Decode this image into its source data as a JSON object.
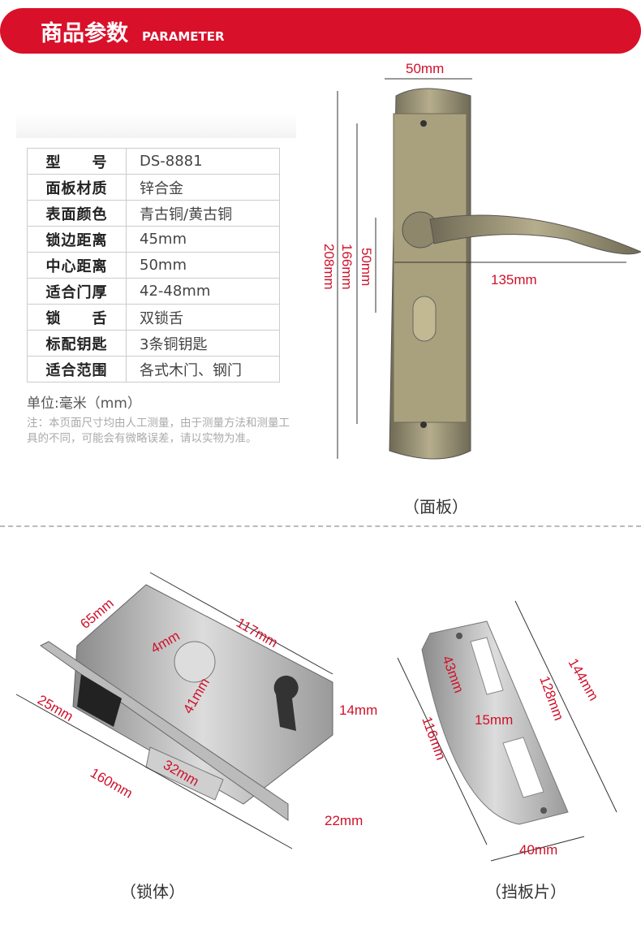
{
  "header": {
    "title": "商品参数",
    "subtitle": "PARAMETER"
  },
  "specs": [
    {
      "key": "型　　号",
      "value": "DS-8881"
    },
    {
      "key": "面板材质",
      "value": "锌合金"
    },
    {
      "key": "表面颜色",
      "value": "青古铜/黄古铜"
    },
    {
      "key": "锁边距离",
      "value": "45mm"
    },
    {
      "key": "中心距离",
      "value": "50mm"
    },
    {
      "key": "适合门厚",
      "value": "42-48mm"
    },
    {
      "key": "锁　　舌",
      "value": "双锁舌"
    },
    {
      "key": "标配钥匙",
      "value": "3条铜钥匙"
    },
    {
      "key": "适合范围",
      "value": "各式木门、钢门"
    }
  ],
  "unit": "单位:毫米（mm）",
  "note": "注：本页面尺寸均由人工测量，由于测量方法和测量工具的不同，可能会有微略误差，请以实物为准。",
  "panel": {
    "caption": "（面板）",
    "dims": {
      "width": "50mm",
      "total": "208mm",
      "hole": "166mm",
      "center": "50mm",
      "handle": "135mm"
    }
  },
  "body": {
    "caption": "（锁体）",
    "dims": {
      "a": "65mm",
      "b": "117mm",
      "c": "4mm",
      "d": "41mm",
      "e": "25mm",
      "f": "14mm",
      "g": "32mm",
      "h": "160mm",
      "i": "22mm"
    }
  },
  "strike": {
    "caption": "（挡板片）",
    "dims": {
      "a": "43mm",
      "b": "128mm",
      "c": "144mm",
      "d": "15mm",
      "e": "116mm",
      "f": "40mm"
    }
  }
}
